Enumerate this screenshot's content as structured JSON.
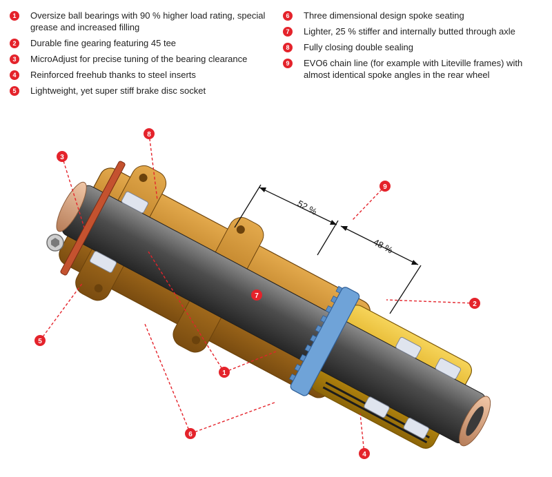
{
  "legend_left": [
    {
      "num": "1",
      "text": "Oversize ball bearings with 90 % higher load rating, special grease and increased filling"
    },
    {
      "num": "2",
      "text": "Durable fine gearing featuring 45 tee"
    },
    {
      "num": "3",
      "text": "MicroAdjust for precise tuning of the bearing clearance"
    },
    {
      "num": "4",
      "text": "Reinforced freehub thanks to steel inserts"
    },
    {
      "num": "5",
      "text": "Lightweight, yet super stiff brake disc socket"
    }
  ],
  "legend_right": [
    {
      "num": "6",
      "text": "Three dimensional design spoke seating"
    },
    {
      "num": "7",
      "text": "Lighter, 25 % stiffer and internally butted through axle"
    },
    {
      "num": "8",
      "text": "Fully closing double sealing"
    },
    {
      "num": "9",
      "text": "EVO6 chain line (for example with Liteville frames) with almost identical spoke angles in the rear wheel"
    }
  ],
  "callouts": {
    "c1": "1",
    "c2": "2",
    "c3": "3",
    "c4": "4",
    "c5": "5",
    "c6": "6",
    "c7": "7",
    "c8": "8",
    "c9": "9"
  },
  "dimensions": {
    "left": "52 %",
    "right": "48 %"
  },
  "colors": {
    "accent": "#e4232b",
    "bronze": "#c98a2e",
    "gold": "#e2b21a",
    "copper": "#d9a582",
    "axle": "#4a4a4a",
    "gear": "#6a9fd6",
    "bearing": "#d6dbe6"
  }
}
